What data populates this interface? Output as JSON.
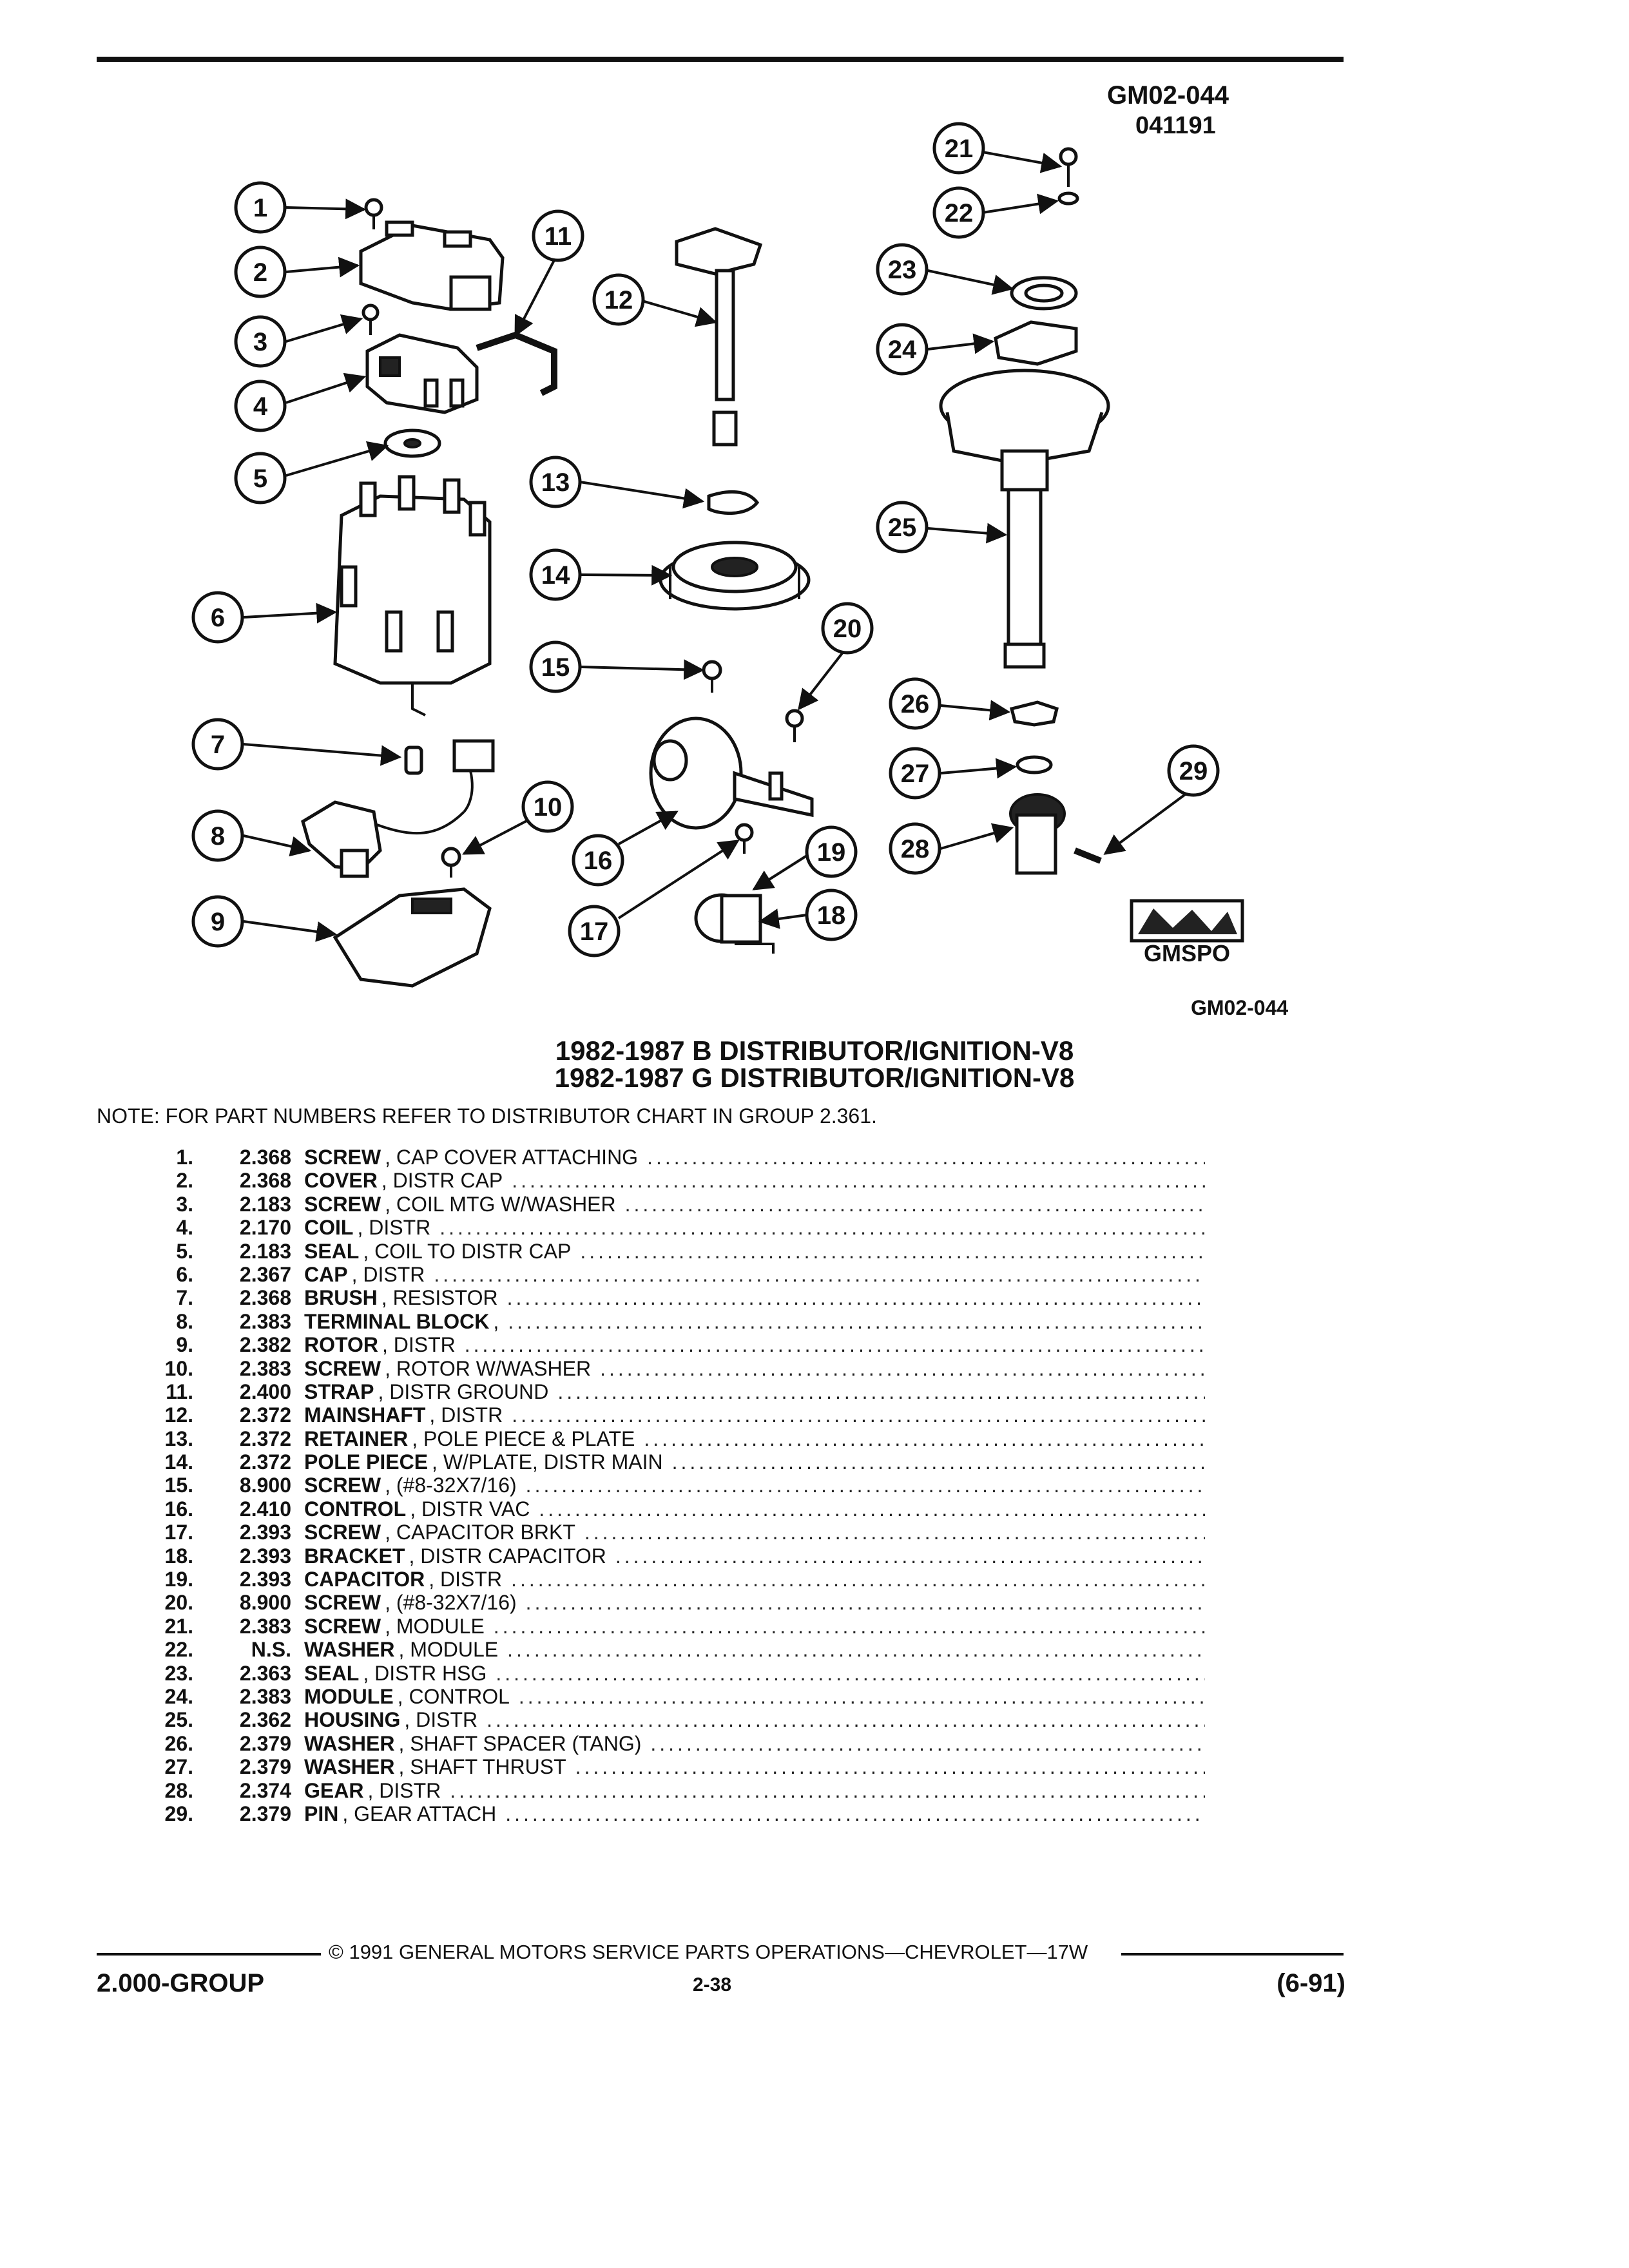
{
  "header": {
    "figure_id_top": "GM02-044",
    "figure_date": "041191",
    "figure_id_bottom": "GM02-044",
    "logo_text": "GMSPO"
  },
  "titles": {
    "line1": "1982-1987 B DISTRIBUTOR/IGNITION-V8",
    "line2": "1982-1987 G DISTRIBUTOR/IGNITION-V8"
  },
  "note": "NOTE:  FOR PART NUMBERS REFER TO DISTRIBUTOR CHART IN GROUP 2.361.",
  "callouts": [
    "1",
    "2",
    "3",
    "4",
    "5",
    "6",
    "7",
    "8",
    "9",
    "10",
    "11",
    "12",
    "13",
    "14",
    "15",
    "16",
    "17",
    "18",
    "19",
    "20",
    "21",
    "22",
    "23",
    "24",
    "25",
    "26",
    "27",
    "28",
    "29"
  ],
  "parts": [
    {
      "num": "1.",
      "group": "2.368",
      "name": "SCREW",
      "desc": ", CAP COVER ATTACHING"
    },
    {
      "num": "2.",
      "group": "2.368",
      "name": "COVER",
      "desc": ", DISTR CAP"
    },
    {
      "num": "3.",
      "group": "2.183",
      "name": "SCREW",
      "desc": ", COIL MTG W/WASHER"
    },
    {
      "num": "4.",
      "group": "2.170",
      "name": "COIL",
      "desc": ", DISTR"
    },
    {
      "num": "5.",
      "group": "2.183",
      "name": "SEAL",
      "desc": ", COIL TO DISTR CAP"
    },
    {
      "num": "6.",
      "group": "2.367",
      "name": "CAP",
      "desc": ", DISTR"
    },
    {
      "num": "7.",
      "group": "2.368",
      "name": "BRUSH",
      "desc": ", RESISTOR"
    },
    {
      "num": "8.",
      "group": "2.383",
      "name": "TERMINAL BLOCK",
      "desc": ","
    },
    {
      "num": "9.",
      "group": "2.382",
      "name": "ROTOR",
      "desc": ", DISTR"
    },
    {
      "num": "10.",
      "group": "2.383",
      "name": "SCREW",
      "desc": ", ROTOR W/WASHER"
    },
    {
      "num": "11.",
      "group": "2.400",
      "name": "STRAP",
      "desc": ", DISTR GROUND"
    },
    {
      "num": "12.",
      "group": "2.372",
      "name": "MAINSHAFT",
      "desc": ", DISTR"
    },
    {
      "num": "13.",
      "group": "2.372",
      "name": "RETAINER",
      "desc": ", POLE PIECE & PLATE"
    },
    {
      "num": "14.",
      "group": "2.372",
      "name": "POLE PIECE",
      "desc": ", W/PLATE, DISTR MAIN"
    },
    {
      "num": "15.",
      "group": "8.900",
      "name": "SCREW",
      "desc": ", (#8-32X7/16)"
    },
    {
      "num": "16.",
      "group": "2.410",
      "name": "CONTROL",
      "desc": ", DISTR VAC"
    },
    {
      "num": "17.",
      "group": "2.393",
      "name": "SCREW",
      "desc": ", CAPACITOR BRKT"
    },
    {
      "num": "18.",
      "group": "2.393",
      "name": "BRACKET",
      "desc": ", DISTR CAPACITOR"
    },
    {
      "num": "19.",
      "group": "2.393",
      "name": "CAPACITOR",
      "desc": ", DISTR"
    },
    {
      "num": "20.",
      "group": "8.900",
      "name": "SCREW",
      "desc": ", (#8-32X7/16)"
    },
    {
      "num": "21.",
      "group": "2.383",
      "name": "SCREW",
      "desc": ", MODULE"
    },
    {
      "num": "22.",
      "group": "N.S.",
      "name": "WASHER",
      "desc": ", MODULE"
    },
    {
      "num": "23.",
      "group": "2.363",
      "name": "SEAL",
      "desc": ", DISTR HSG"
    },
    {
      "num": "24.",
      "group": "2.383",
      "name": "MODULE",
      "desc": ", CONTROL"
    },
    {
      "num": "25.",
      "group": "2.362",
      "name": "HOUSING",
      "desc": ", DISTR"
    },
    {
      "num": "26.",
      "group": "2.379",
      "name": "WASHER",
      "desc": ", SHAFT SPACER (TANG)"
    },
    {
      "num": "27.",
      "group": "2.379",
      "name": "WASHER",
      "desc": ", SHAFT THRUST"
    },
    {
      "num": "28.",
      "group": "2.374",
      "name": "GEAR",
      "desc": ", DISTR"
    },
    {
      "num": "29.",
      "group": "2.379",
      "name": "PIN",
      "desc": ", GEAR ATTACH"
    }
  ],
  "footer": {
    "copyright": "© 1991 GENERAL MOTORS SERVICE PARTS OPERATIONS—CHEVROLET—17W",
    "group": "2.000-GROUP",
    "page": "2-38",
    "date": "(6-91)"
  }
}
